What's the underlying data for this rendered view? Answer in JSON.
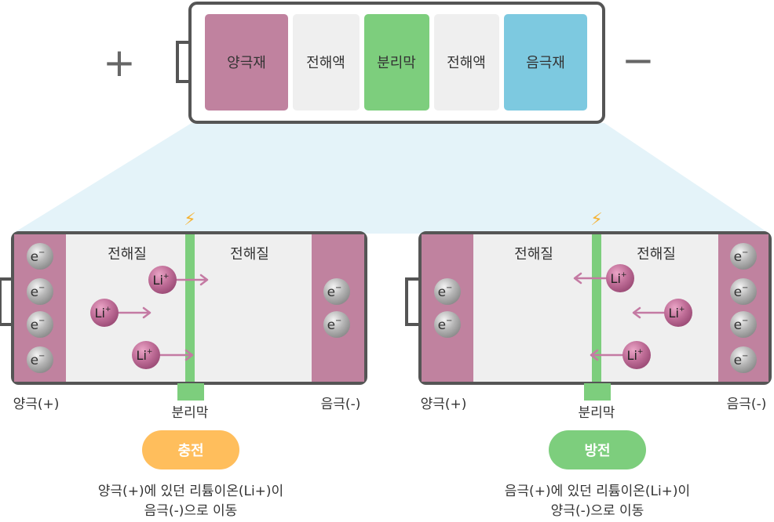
{
  "top_cell": {
    "plus_sign": "+",
    "minus_sign": "−",
    "layers": [
      "양극재",
      "전해액",
      "분리막",
      "전해액",
      "음극재"
    ]
  },
  "electron_label": "e",
  "electron_charge": "−",
  "ion_label": "Li",
  "ion_charge": "+",
  "lightning_glyph": "⚡",
  "charge_panel": {
    "electrolyte_left": "전해질",
    "electrolyte_right": "전해질",
    "anode_label": "양극(+)",
    "separator_label": "분리막",
    "cathode_label": "음극(-)",
    "badge": "충전",
    "description_line1": "양극(+)에 있던 리튬이온(Li+)이",
    "description_line2": "음극(-)으로 이동"
  },
  "discharge_panel": {
    "electrolyte_left": "전해질",
    "electrolyte_right": "전해질",
    "anode_label": "양극(+)",
    "separator_label": "분리막",
    "cathode_label": "음극(-)",
    "badge": "방전",
    "description_line1": "음극(+)에 있던 리튬이온(Li+)이",
    "description_line2": "양극(-)으로 이동"
  },
  "colors": {
    "outline": "#555555",
    "cathode_material": "#C0829F",
    "electrolyte": "#EFEFEF",
    "separator": "#7DCE7D",
    "anode_material": "#7DC9E0",
    "projection": "#E4F3F9",
    "ion": "#B9628F",
    "arrow": "#C47AA3",
    "electron": "#9A9A9A",
    "charge_badge": "#FFBE5C",
    "discharge_badge": "#7DCE7D",
    "lightning": "#F5B335"
  }
}
